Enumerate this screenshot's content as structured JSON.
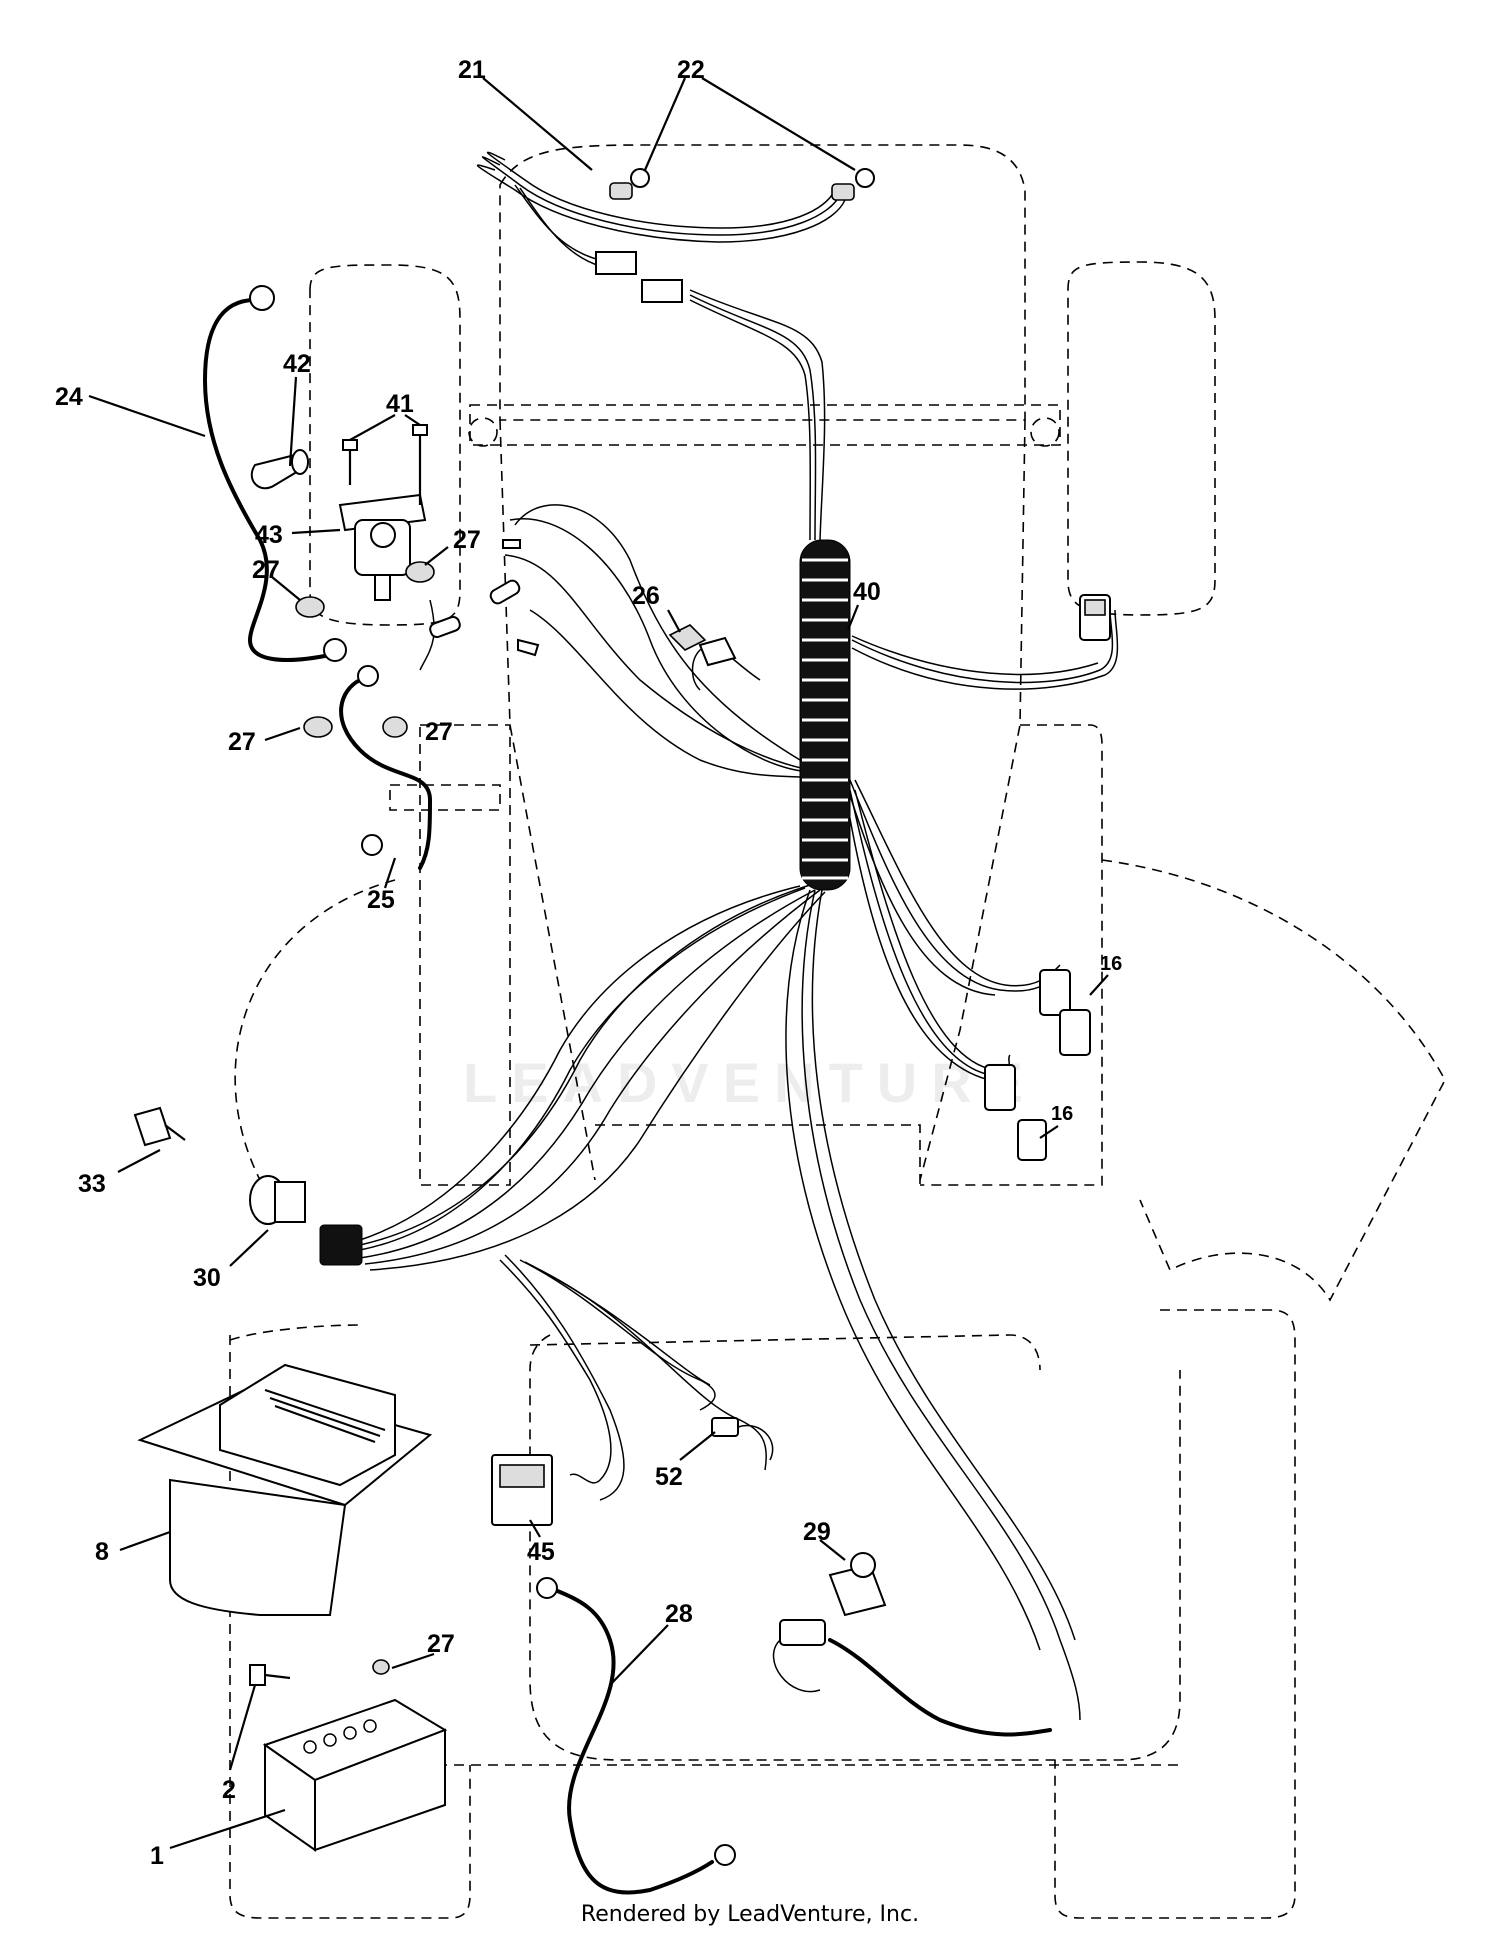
{
  "diagram": {
    "callouts": [
      {
        "id": "21",
        "text": "21"
      },
      {
        "id": "22",
        "text": "22"
      },
      {
        "id": "24",
        "text": "24"
      },
      {
        "id": "42",
        "text": "42"
      },
      {
        "id": "41",
        "text": "41"
      },
      {
        "id": "43",
        "text": "43"
      },
      {
        "id": "27a",
        "text": "27"
      },
      {
        "id": "27b",
        "text": "27"
      },
      {
        "id": "27c",
        "text": "27"
      },
      {
        "id": "27d",
        "text": "27"
      },
      {
        "id": "27e",
        "text": "27"
      },
      {
        "id": "26",
        "text": "26"
      },
      {
        "id": "40",
        "text": "40"
      },
      {
        "id": "25",
        "text": "25"
      },
      {
        "id": "16a",
        "text": "16"
      },
      {
        "id": "16b",
        "text": "16"
      },
      {
        "id": "33",
        "text": "33"
      },
      {
        "id": "30",
        "text": "30"
      },
      {
        "id": "8",
        "text": "8"
      },
      {
        "id": "52",
        "text": "52"
      },
      {
        "id": "45",
        "text": "45"
      },
      {
        "id": "29",
        "text": "29"
      },
      {
        "id": "28",
        "text": "28"
      },
      {
        "id": "2",
        "text": "2"
      },
      {
        "id": "1",
        "text": "1"
      }
    ]
  },
  "watermark": "LEADVENTURE",
  "credit": "Rendered by LeadVenture, Inc."
}
